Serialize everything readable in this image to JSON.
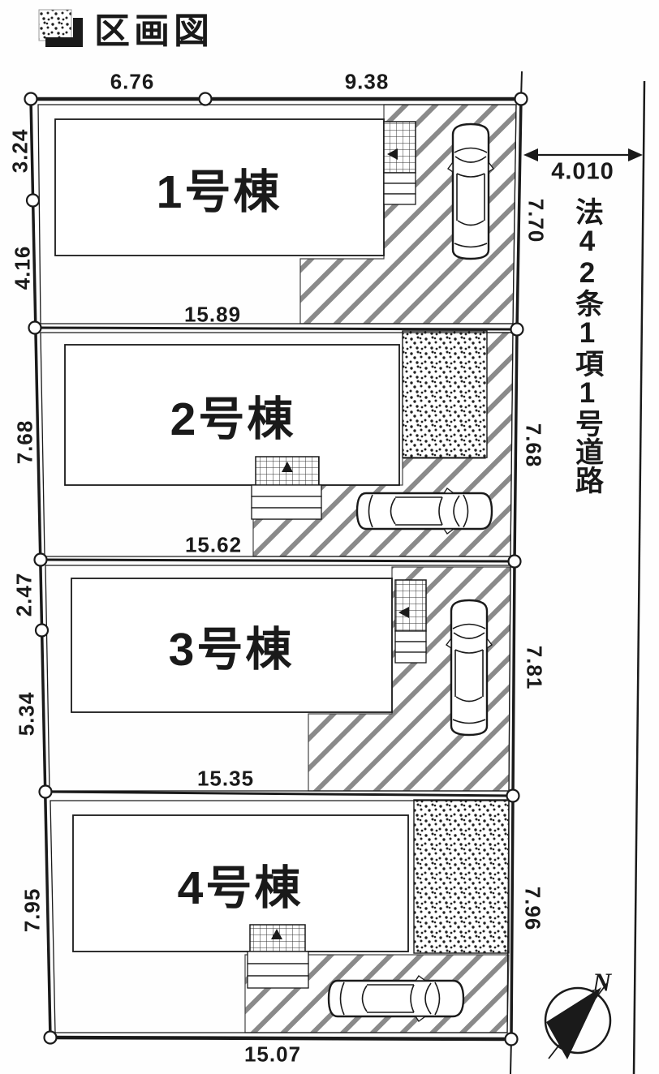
{
  "title": "区画図",
  "site": {
    "top_dims": [
      "6.76",
      "9.38"
    ],
    "road": {
      "width_dim": "4.010",
      "label": "法42条1項1号道路"
    },
    "compass_north": "N",
    "lots": [
      {
        "label": "1号棟",
        "left_dims": [
          "3.24",
          "4.16"
        ],
        "right_dim": "7.70",
        "bottom_dim": "15.89"
      },
      {
        "label": "2号棟",
        "left_dims": [
          "7.68"
        ],
        "right_dim": "7.68",
        "bottom_dim": "15.62"
      },
      {
        "label": "3号棟",
        "left_dims": [
          "2.47",
          "5.34"
        ],
        "right_dim": "7.81",
        "bottom_dim": "15.35"
      },
      {
        "label": "4号棟",
        "left_dims": [
          "7.95"
        ],
        "right_dim": "7.96",
        "bottom_dim": "15.07"
      }
    ]
  },
  "colors": {
    "ink": "#1a1a1a",
    "hatch": "#8a8a8a",
    "paper": "#fefefe"
  }
}
